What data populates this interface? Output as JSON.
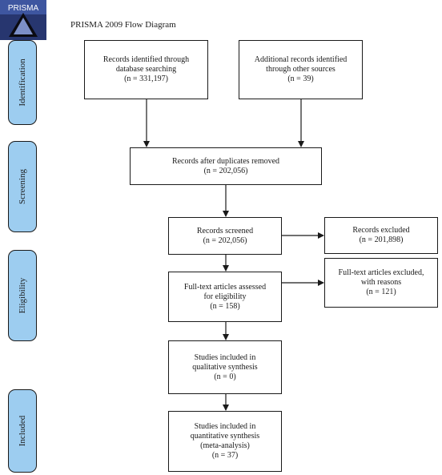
{
  "header": {
    "title": "PRISMA 2009 Flow Diagram",
    "logo_text": "PRISMA"
  },
  "stages": {
    "identification": "Identification",
    "screening": "Screening",
    "eligibility": "Eligibility",
    "included": "Included"
  },
  "boxes": {
    "database_records": [
      "Records identified through",
      "database searching",
      "(n = 331,197)"
    ],
    "other_records": [
      "Additional records identified",
      "through other sources",
      "(n = 39)"
    ],
    "after_duplicates": [
      "Records after duplicates removed",
      "(n = 202,056)"
    ],
    "screened": [
      "Records screened",
      "(n = 202,056)"
    ],
    "excluded": [
      "Records excluded",
      "(n = 201,898)"
    ],
    "fulltext_assessed": [
      "Full-text articles assessed",
      "for eligibility",
      "(n = 158)"
    ],
    "fulltext_excluded": [
      "Full-text articles excluded,",
      "with reasons",
      "(n = 121)"
    ],
    "qualitative": [
      "Studies included in",
      "qualitative synthesis",
      "(n = 0)"
    ],
    "quantitative": [
      "Studies included in",
      "quantitative synthesis",
      "(meta-analysis)",
      "(n = 37)"
    ]
  },
  "colors": {
    "stage_fill": "#9dcdf0",
    "line": "#1a1a1a",
    "logo_bg": "#2a3a78"
  }
}
